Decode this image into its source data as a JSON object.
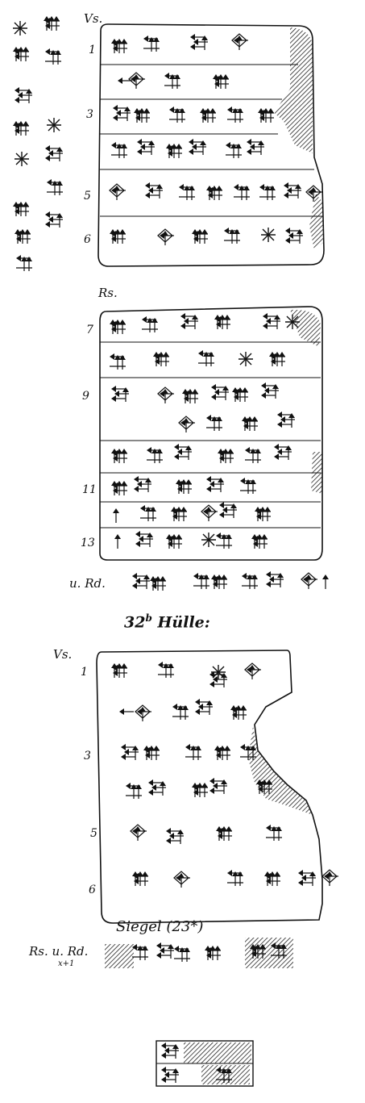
{
  "tablet": {
    "obverse_label": "Vs.",
    "line_numbers": [
      "1",
      "3",
      "5",
      "6"
    ]
  },
  "reverse": {
    "label": "Rs.",
    "line_numbers": [
      "7",
      "9",
      "11",
      "13"
    ],
    "lower_edge_label": "u. Rd."
  },
  "envelope": {
    "heading": "32 b Hülle:",
    "heading_main": "32",
    "heading_sup": "b",
    "heading_word": "Hülle:",
    "obverse_label": "Vs.",
    "line_numbers": [
      "1",
      "3",
      "5",
      "6"
    ],
    "seal_label": "Siegel (23*)",
    "reverse_label": "Rs. u. Rd.",
    "reverse_sub": "x+1"
  },
  "colors": {
    "ink": "#111111",
    "paper": "#ffffff"
  }
}
